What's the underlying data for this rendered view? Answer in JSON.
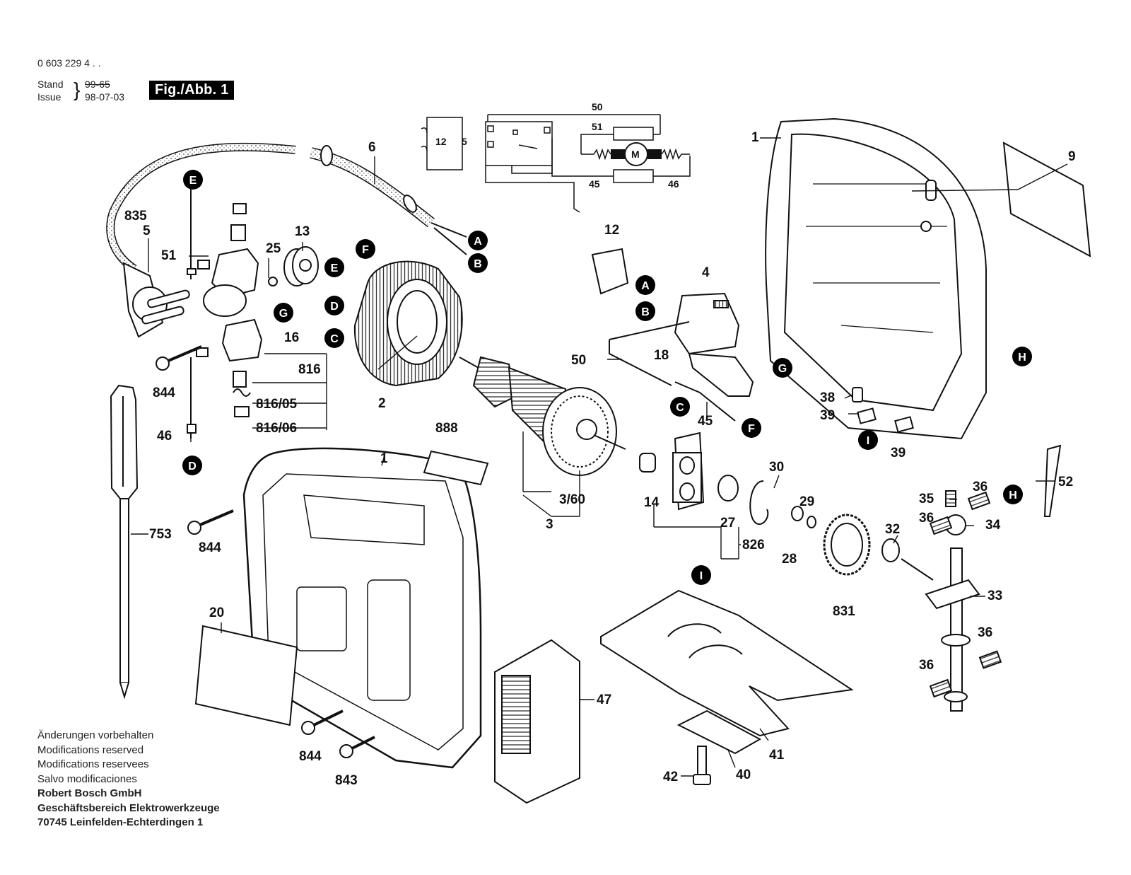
{
  "header": {
    "part_number": "0 603 229 4 . .",
    "stand_label": "Stand",
    "issue_label": "Issue",
    "old_date": "99-65",
    "date": "98-07-03",
    "figure_tag": "Fig./Abb. 1"
  },
  "schematic": {
    "labels": [
      "50",
      "51",
      "12",
      "5",
      "M",
      "45",
      "46"
    ]
  },
  "callouts": [
    "A",
    "B",
    "C",
    "D",
    "E",
    "F",
    "G",
    "H",
    "I"
  ],
  "part_labels": [
    "1",
    "2",
    "3",
    "3/60",
    "4",
    "5",
    "6",
    "9",
    "12",
    "13",
    "14",
    "16",
    "18",
    "20",
    "25",
    "27",
    "28",
    "29",
    "30",
    "32",
    "33",
    "34",
    "35",
    "36",
    "38",
    "39",
    "40",
    "41",
    "42",
    "45",
    "46",
    "47",
    "50",
    "51",
    "52",
    "753",
    "816",
    "816/05",
    "816/06",
    "826",
    "831",
    "835",
    "843",
    "844",
    "888"
  ],
  "footer": {
    "line1": "Änderungen vorbehalten",
    "line2": "Modifications reserved",
    "line3": "Modifications reservees",
    "line4": "Salvo modificaciones",
    "company": "Robert Bosch GmbH",
    "division": "Geschäftsbereich Elektrowerkzeuge",
    "address": "70745 Leinfelden-Echterdingen 1"
  }
}
